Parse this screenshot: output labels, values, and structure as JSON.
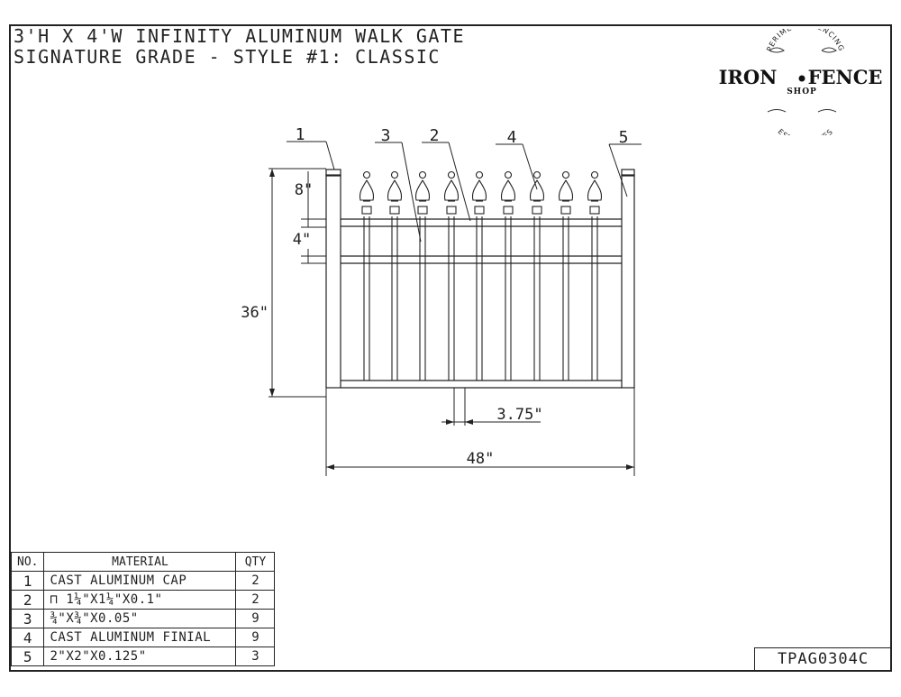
{
  "title": {
    "line1": "3'H X 4'W INFINITY ALUMINUM WALK GATE",
    "line2": "SIGNATURE GRADE - STYLE #1: CLASSIC"
  },
  "logo": {
    "arc_top": "PERIMETER FENCING",
    "name_left": "IRON",
    "name_right": "FENCE",
    "sub": "SHOP",
    "arc_bottom": "ESTATE GATES"
  },
  "dimensions": {
    "finial_height": "8\"",
    "rail_gap": "4\"",
    "height": "36\"",
    "picket_spacing": "3.75\"",
    "width": "48\""
  },
  "callouts": [
    "1",
    "3",
    "2",
    "4",
    "5"
  ],
  "bom": {
    "headers": [
      "NO.",
      "MATERIAL",
      "QTY"
    ],
    "rows": [
      {
        "no": "1",
        "material": "CAST ALUMINUM CAP",
        "qty": "2"
      },
      {
        "no": "2",
        "material": "⊓ 1¼\"X1¼\"X0.1\"",
        "qty": "2"
      },
      {
        "no": "3",
        "material": "¾\"X¾\"X0.05\"",
        "qty": "9"
      },
      {
        "no": "4",
        "material": "CAST ALUMINUM FINIAL",
        "qty": "9"
      },
      {
        "no": "5",
        "material": "2\"X2\"X0.125\"",
        "qty": "3"
      }
    ]
  },
  "part_number": "TPAG0304C"
}
